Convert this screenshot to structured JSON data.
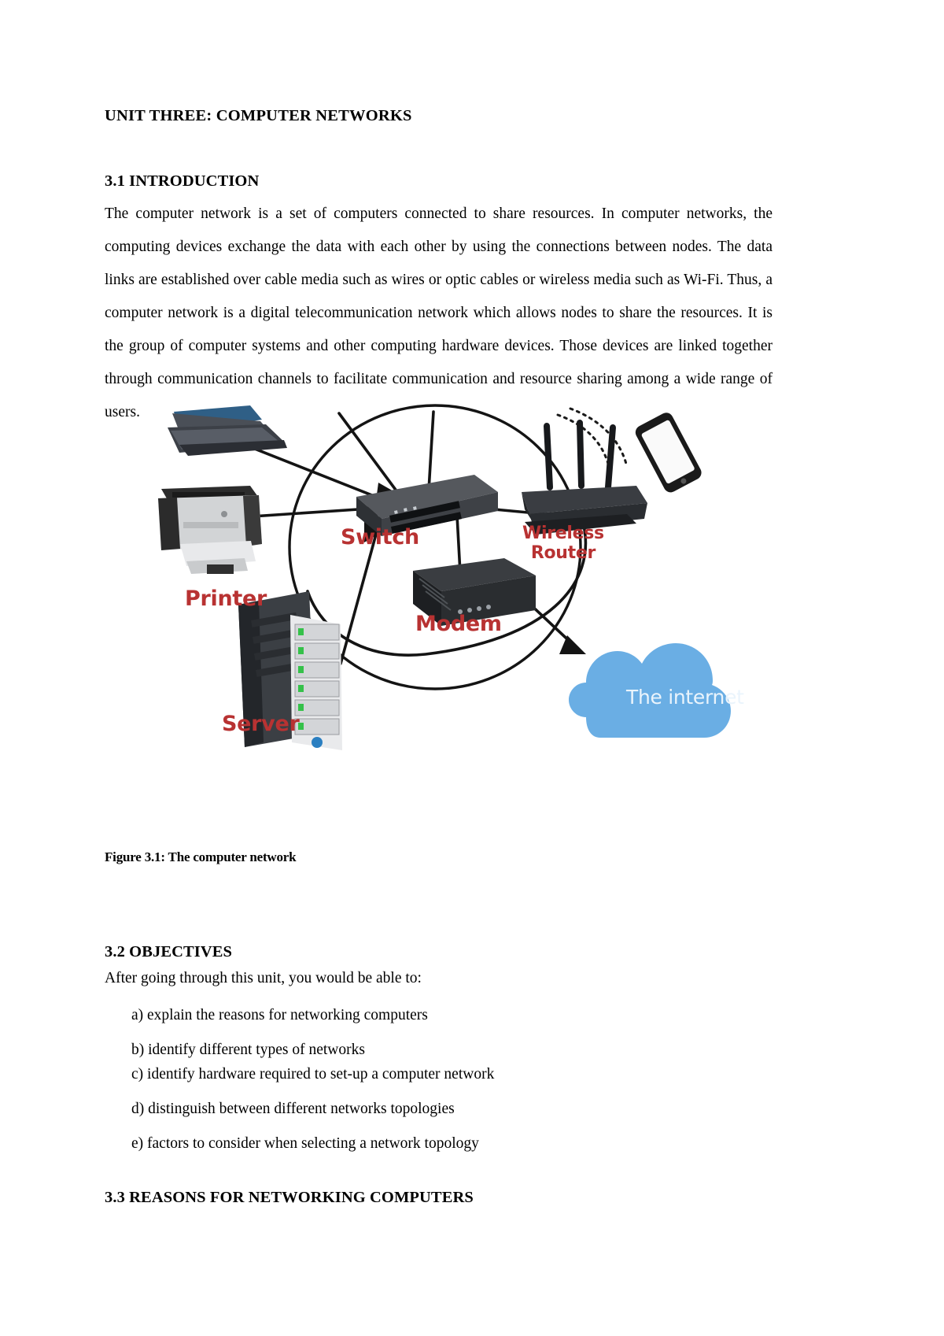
{
  "document": {
    "unit_title": "UNIT THREE:  COMPUTER NETWORKS",
    "sections": {
      "introduction": {
        "heading": "3.1 INTRODUCTION",
        "paragraph": "The computer network is a set of computers connected to share resources. In computer networks, the computing devices exchange the data with each other by using the connections between nodes. The data links are established over cable media such as wires or optic cables or wireless media such as Wi-Fi. Thus, a computer network is a digital telecommunication network which allows nodes to share the resources. It is the group of computer systems and other computing hardware devices. Those devices are linked together through communication channels to facilitate communication and resource sharing among a wide range of users."
      },
      "objectives": {
        "heading": "3.2 OBJECTIVES",
        "intro": "After going through this unit, you would be able to:",
        "items": [
          "a) explain the reasons for networking computers",
          "b) identify different types of networks",
          "c) identify hardware required to set-up a computer network",
          "d) distinguish between different networks topologies",
          "e) factors to consider when selecting a network topology"
        ]
      },
      "reasons": {
        "heading": "3.3 REASONS FOR NETWORKING COMPUTERS"
      }
    },
    "figure": {
      "caption": "Figure 3.1: The computer network",
      "labels": {
        "printer": "Printer",
        "switch": "Switch",
        "wireless_router": "Wireless\nRouter",
        "modem": "Modem",
        "server": "Server",
        "internet": "The internet"
      },
      "colors": {
        "label_red": "#b83232",
        "cloud_blue": "#6aaee4",
        "cloud_text": "#eaf4fc",
        "line_black": "#1a1a1a"
      },
      "devices": [
        "laptop",
        "printer",
        "server",
        "switch",
        "modem",
        "wireless-router",
        "smartphone",
        "internet-cloud"
      ]
    }
  }
}
